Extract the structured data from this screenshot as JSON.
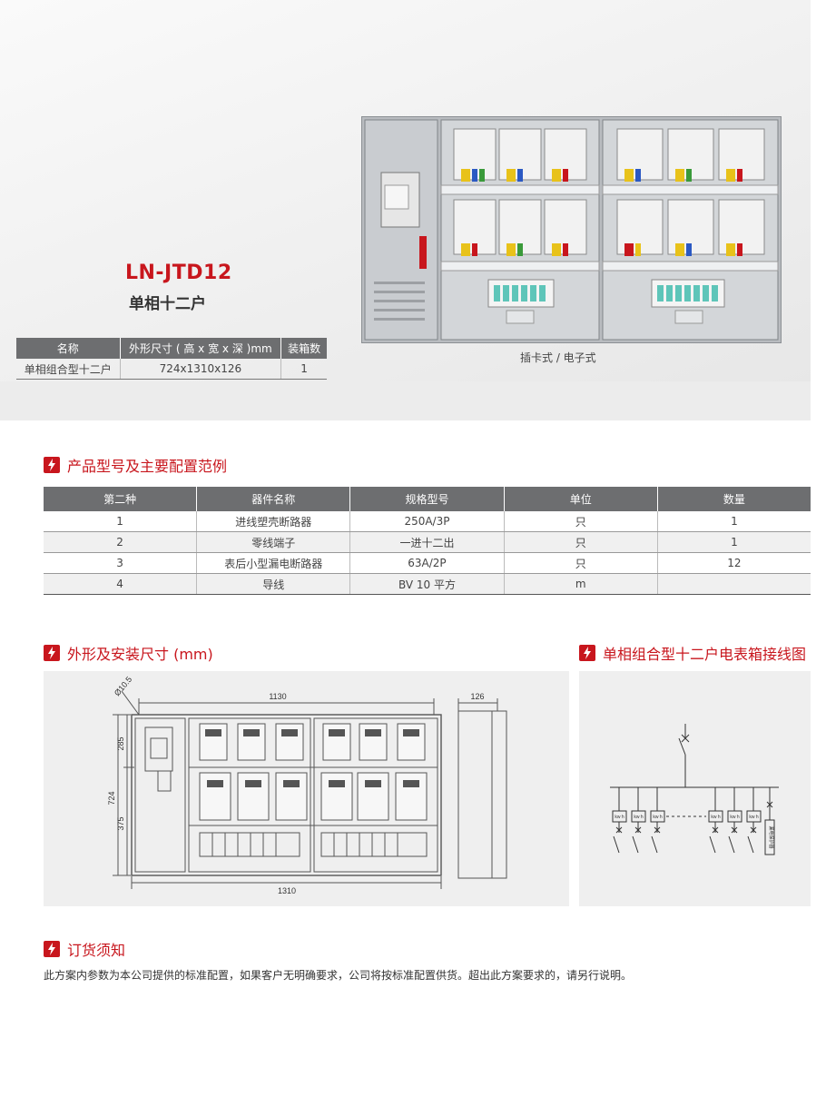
{
  "product": {
    "model_code": "LN-JTD12",
    "model_name": "单相十二户"
  },
  "spec_table": {
    "headers": [
      "名称",
      "外形尺寸 ( 高 x 宽 x 深 )mm",
      "装箱数"
    ],
    "rows": [
      [
        "单相组合型十二户",
        "724x1310x126",
        "1"
      ]
    ]
  },
  "photo": {
    "caption": "插卡式 / 电子式"
  },
  "config_section": {
    "title": "产品型号及主要配置范例",
    "headers": [
      "第二种",
      "器件名称",
      "规格型号",
      "单位",
      "数量"
    ],
    "rows": [
      [
        "1",
        "进线塑壳断路器",
        "250A/3P",
        "只",
        "1"
      ],
      [
        "2",
        "零线端子",
        "一进十二出",
        "只",
        "1"
      ],
      [
        "3",
        "表后小型漏电断路器",
        "63A/2P",
        "只",
        "12"
      ],
      [
        "4",
        "导线",
        "BV 10 平方",
        "m",
        ""
      ]
    ]
  },
  "dimensions_section": {
    "title": "外形及安装尺寸 (mm)",
    "labels": {
      "hole": "Ø10.5",
      "width": "1130",
      "total_width": "1310",
      "height": "724",
      "upper": "285",
      "lower": "375",
      "depth": "126"
    }
  },
  "wiring_section": {
    "title": "单相组合型十二户电表箱接线图",
    "meter_label": "kw h",
    "vertical_label": "漏电保护器"
  },
  "notice_section": {
    "title": "订货须知",
    "text": "此方案内参数为本公司提供的标准配置，如果客户无明确要求，公司将按标准配置供货。超出此方案要求的，请另行说明。"
  },
  "colors": {
    "accent": "#c8161d",
    "table_header": "#6d6e70"
  }
}
